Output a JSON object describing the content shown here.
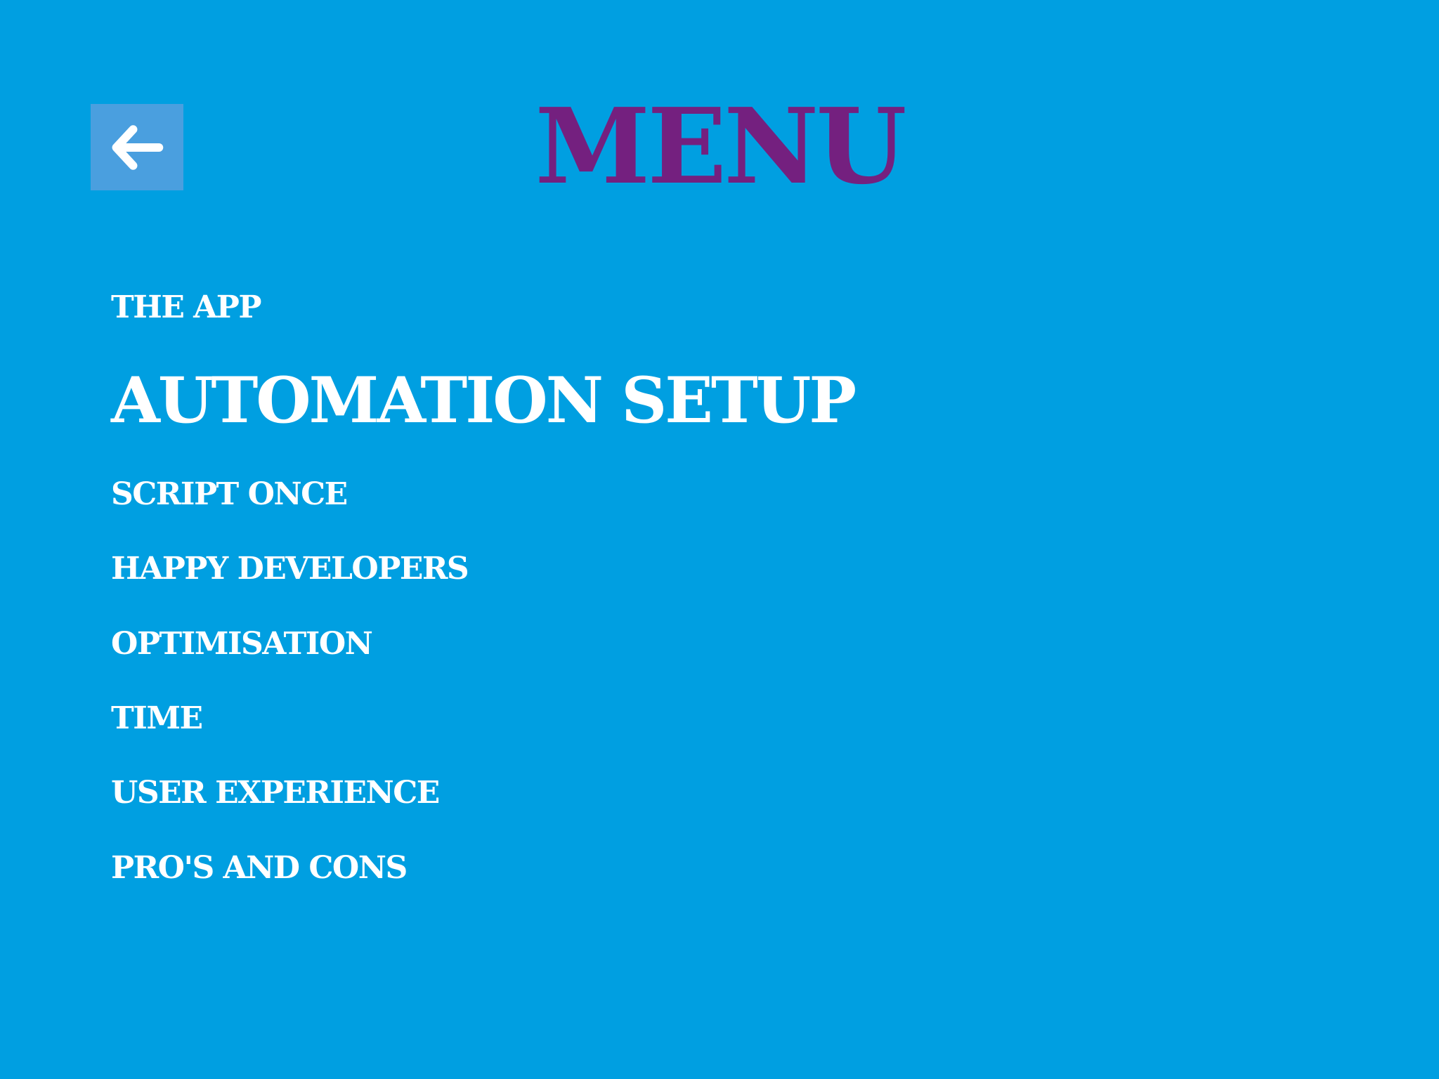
{
  "header": {
    "title": "MENU",
    "back_icon": "arrow-left-icon"
  },
  "menu": {
    "items": [
      {
        "label": "THE APP",
        "active": false
      },
      {
        "label": "AUTOMATION SETUP",
        "active": true
      },
      {
        "label": "SCRIPT ONCE",
        "active": false
      },
      {
        "label": "HAPPY DEVELOPERS",
        "active": false
      },
      {
        "label": "OPTIMISATION",
        "active": false
      },
      {
        "label": "TIME",
        "active": false
      },
      {
        "label": "USER EXPERIENCE",
        "active": false
      },
      {
        "label": "PRO'S AND CONS",
        "active": false
      }
    ]
  },
  "colors": {
    "background": "#009fe1",
    "title": "#74207f",
    "menu_text": "#ffffff",
    "back_button": "#4a9fdf"
  }
}
